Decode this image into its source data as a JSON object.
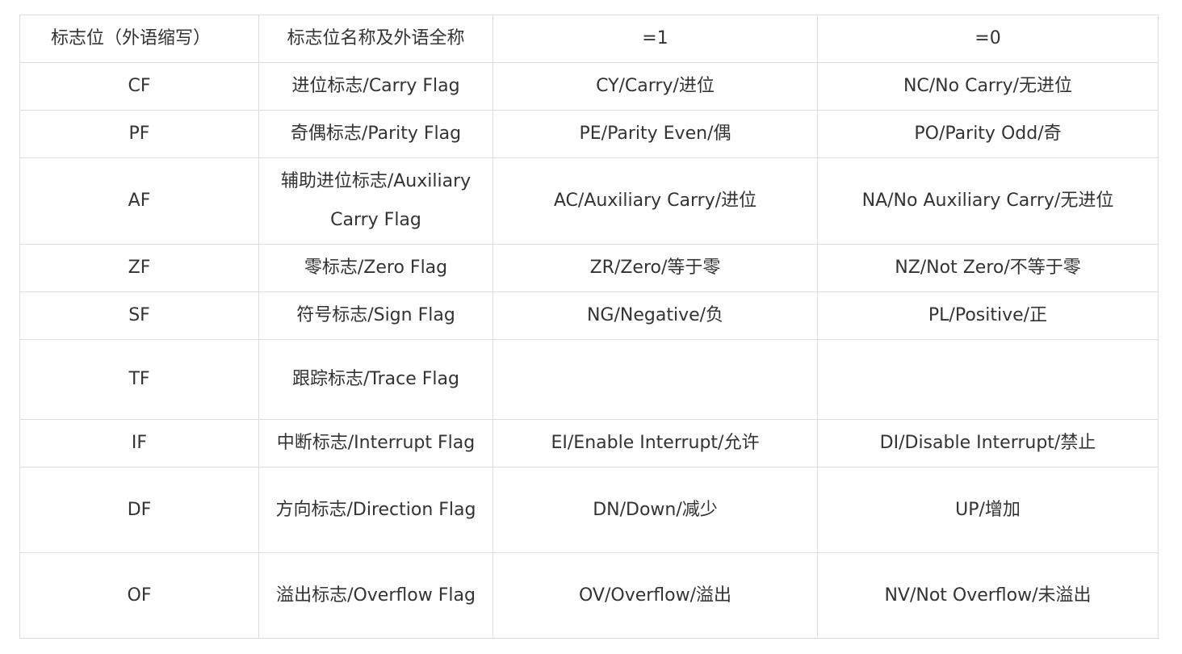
{
  "table": {
    "headers": [
      "标志位（外语缩写）",
      "标志位名称及外语全称",
      "=1",
      "=0"
    ],
    "rows": [
      [
        "CF",
        "进位标志/Carry Flag",
        "CY/Carry/进位",
        "NC/No Carry/无进位"
      ],
      [
        "PF",
        "奇偶标志/Parity Flag",
        "PE/Parity Even/偶",
        "PO/Parity Odd/奇"
      ],
      [
        "AF",
        "辅助进位标志/Auxiliary Carry Flag",
        "AC/Auxiliary Carry/进位",
        "NA/No Auxiliary Carry/无进位"
      ],
      [
        "ZF",
        "零标志/Zero Flag",
        "ZR/Zero/等于零",
        "NZ/Not Zero/不等于零"
      ],
      [
        "SF",
        "符号标志/Sign Flag",
        "NG/Negative/负",
        "PL/Positive/正"
      ],
      [
        "TF",
        "跟踪标志/Trace Flag",
        "",
        ""
      ],
      [
        "IF",
        "中断标志/Interrupt Flag",
        "EI/Enable Interrupt/允许",
        "DI/Disable Interrupt/禁止"
      ],
      [
        "DF",
        "方向标志/Direction Flag",
        "DN/Down/减少",
        "UP/增加"
      ],
      [
        "OF",
        "溢出标志/Overflow Flag",
        "OV/Overflow/溢出",
        "NV/Not Overflow/未溢出"
      ]
    ]
  }
}
